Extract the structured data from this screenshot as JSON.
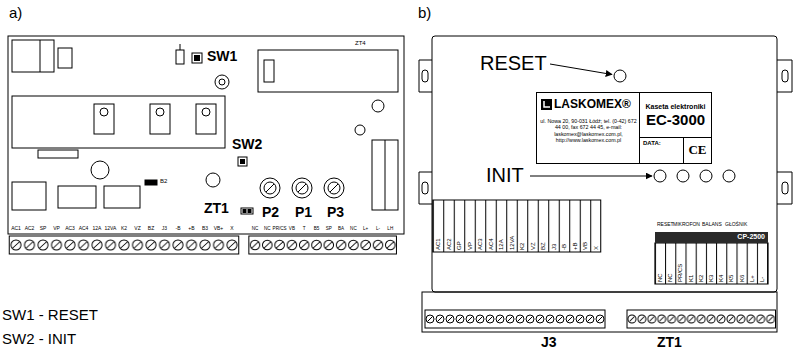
{
  "diagram": {
    "nodes": [
      {
        "text": [
          "LASKOMEX®",
          "ul. Nowa 20, 90-031 Łódź; tel. (0-42) 672 44 00, fax 672 44 45, e-mail: laskomex@laskomex.com.pl, http://www.laskomex.com.pl"
        ]
      },
      {
        "text": [
          "Kaseta elektroniki",
          "EC-3000"
        ],
        "in": 0
      },
      {
        "text": [
          "DATA:"
        ],
        "in": 0
      },
      {
        "text": [
          "CE"
        ],
        "in": 0
      },
      {
        "text": [
          "CP-2500"
        ]
      }
    ],
    "labels": [
      "a)",
      "b)",
      "SW1",
      "ZT4",
      "SW2",
      "B2",
      "ZT1",
      "P2",
      "P1",
      "P3",
      "AC1",
      "AC2",
      "SP",
      "VP",
      "AC3",
      "AC4",
      "12A",
      "12VA",
      "K2",
      "VZ",
      "BZ",
      "J3",
      "-B",
      "+B",
      "B3",
      "VB+",
      "X",
      "NC",
      "NC",
      "PR/CS",
      "VB",
      "T",
      "B5",
      "SP",
      "BA",
      "NC",
      "L+",
      "L-",
      "LH",
      "SW1 - RESET",
      "SW2 - INIT",
      "RESET",
      "INIT",
      "AC1",
      "AC2",
      "GP",
      "VP",
      "AC3",
      "AC4",
      "12A",
      "12VA",
      "K2",
      "VZ",
      "BZ",
      "J3",
      "-B",
      "+B",
      "VB",
      "X",
      "NC",
      "NC",
      "PR/CS",
      "K1",
      "K2",
      "K3",
      "K4",
      "K5",
      "K6",
      "L+",
      "L-",
      "RESET",
      "MIKROFON",
      "BALANS",
      "GŁOŚNIK",
      "J3",
      "ZT1"
    ]
  }
}
